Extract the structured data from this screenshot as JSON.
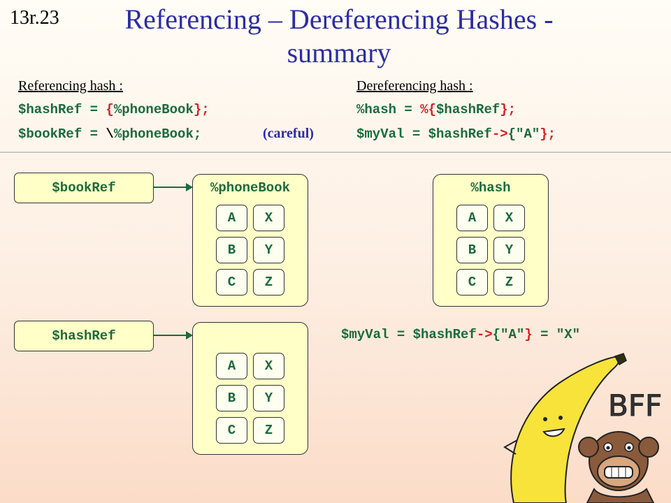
{
  "slide_number": "13r.23",
  "title": "Referencing – Dereferencing Hashes - summary",
  "referencing": {
    "heading": "Referencing hash :",
    "line1": {
      "a": "$hashRef = ",
      "b": "{",
      "c": "%phoneBook",
      "d": "};"
    },
    "line2": {
      "a": "$bookRef = ",
      "b": "\\",
      "c": "%phoneBook;"
    },
    "careful": "(careful)"
  },
  "dereferencing": {
    "heading": "Dereferencing hash :",
    "line1": {
      "a": "%hash = ",
      "b": "%{",
      "c": "$hashRef",
      "d": "};"
    },
    "line2": {
      "a": "$myVal = $hashRef",
      "b": "->",
      "c": "{\"A\"",
      "d": "};"
    }
  },
  "diagram": {
    "bookref_label": "$bookRef",
    "hashref_label": "$hashRef",
    "phonebook_label": "%phoneBook",
    "hash_label": "%hash",
    "keys": [
      "A",
      "B",
      "C"
    ],
    "values": [
      "X",
      "Y",
      "Z"
    ],
    "result": {
      "a": "$myVal = $hashRef",
      "b": "->",
      "c": "{\"A\"",
      "d": "}",
      "e": " = \"X\""
    }
  },
  "cartoon": {
    "caption": "BFF"
  },
  "colors": {
    "title": "#2c2ca4",
    "code": "#1a6b3c",
    "operator": "#d62020",
    "box_fill": "#ffffc8"
  }
}
